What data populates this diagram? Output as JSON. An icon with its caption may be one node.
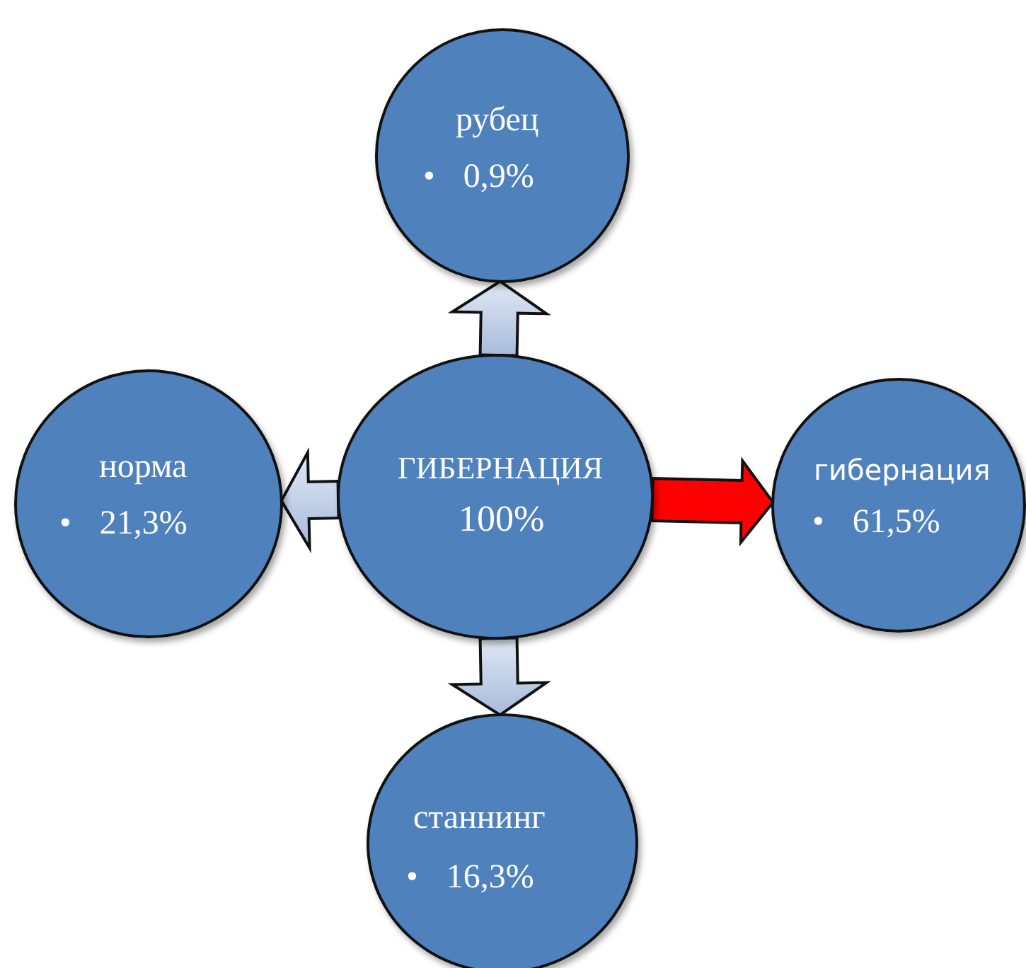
{
  "diagram": {
    "nodes": [
      {
        "text": [
          "ГИБЕРНАЦИЯ",
          "100%"
        ]
      },
      {
        "text": [
          "рубец",
          "• 0,9%"
        ]
      },
      {
        "text": [
          "норма",
          "• 21,3%"
        ]
      },
      {
        "text": [
          "гибернация",
          "• 61,5%"
        ]
      },
      {
        "text": [
          "станнинг",
          "• 16,3%"
        ]
      }
    ],
    "edges": [
      {
        "from": 0,
        "to": 1,
        "arrow": "to"
      },
      {
        "from": 0,
        "to": 2,
        "arrow": "to"
      },
      {
        "from": 0,
        "to": 3,
        "arrow": "to",
        "color": "#ff0000"
      },
      {
        "from": 0,
        "to": 4,
        "arrow": "to"
      }
    ]
  }
}
